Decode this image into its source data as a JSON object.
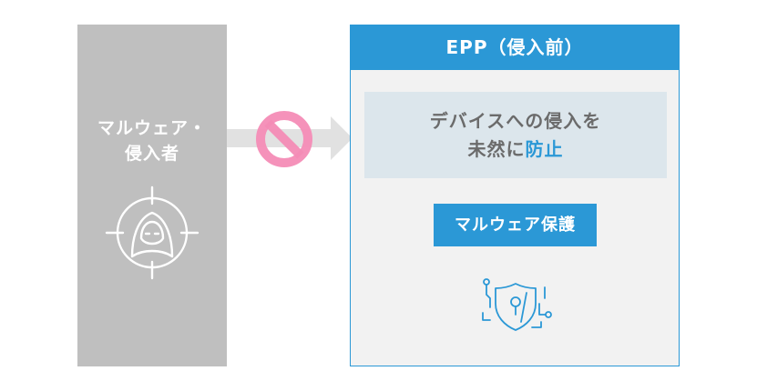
{
  "attacker": {
    "label_line1": "マルウェア・",
    "label_line2": "侵入者",
    "icon": "hacker-target-icon"
  },
  "blocked_arrow": {
    "icon": "prohibited-icon"
  },
  "epp": {
    "title": "EPP（侵入前）",
    "prevention_line1": "デバイスへの侵入を",
    "prevention_line2_prefix": "未然に",
    "prevention_line2_highlight": "防止",
    "badge_label": "マルウェア保護",
    "shield_icon": "shield-circuit-icon"
  },
  "colors": {
    "accent": "#2b98d6",
    "attacker_panel": "#bfbfbf",
    "epp_panel": "#f2f2f2",
    "prevention_box": "#dce6ec",
    "prohibited": "#f48cb6"
  }
}
